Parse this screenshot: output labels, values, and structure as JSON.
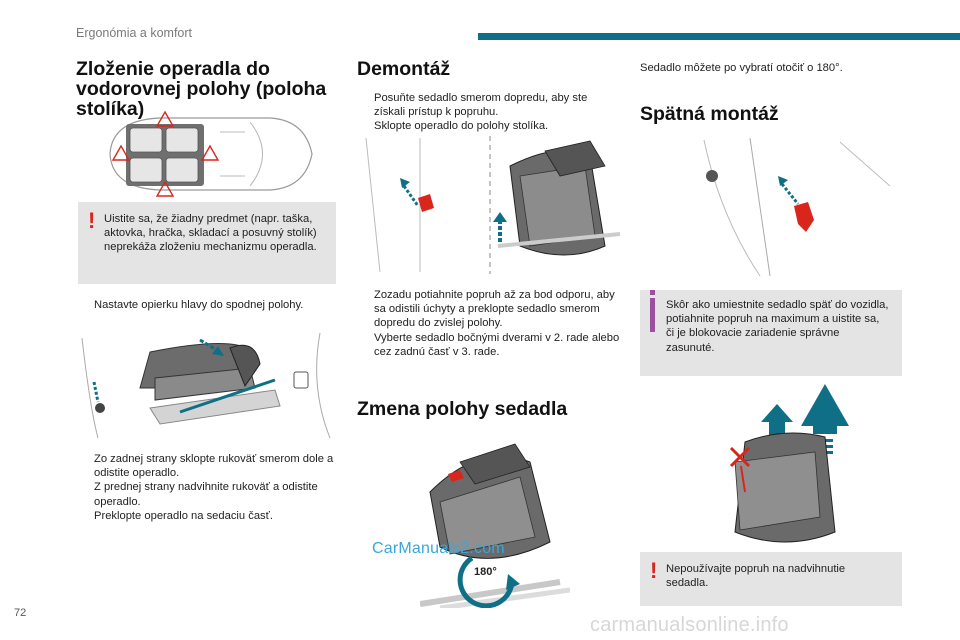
{
  "header": {
    "chapter": "Ergonómia a komfort"
  },
  "page_number": "72",
  "col1": {
    "title": "Zloženie operadla do vodorovnej polohy (poloha stolíka)",
    "warning": "Uistite sa, že žiadny predmet (napr. taška, aktovka, hračka, skladací a posuvný stolík) neprekáža zloženiu mechanizmu operadla.",
    "step1": "Nastavte opierku hlavy do spodnej polohy.",
    "steps2": [
      "Zo zadnej strany sklopte rukoväť smerom dole a odistite operadlo.",
      "Z prednej strany nadvihnite rukoväť a odistite operadlo.",
      "Preklopte operadlo na sedaciu časť."
    ]
  },
  "col2": {
    "title": "Demontáž",
    "steps1": [
      "Posuňte sedadlo smerom dopredu, aby ste získali prístup k popruhu.",
      "Sklopte operadlo do polohy stolíka."
    ],
    "steps2": [
      "Zozadu potiahnite popruh až za bod odporu, aby sa odistili úchyty a preklopte sedadlo smerom dopredu do zvislej polohy.",
      "Vyberte sedadlo bočnými dverami v 2. rade alebo cez zadnú časť v 3. rade."
    ],
    "title2": "Zmena polohy sedadla",
    "rotation_label": "180°"
  },
  "col3": {
    "intro": "Sedadlo môžete po vybratí otočiť o 180°.",
    "title": "Spätná montáž",
    "info": "Skôr ako umiestnite sedadlo späť do vozidla, potiahnite popruh na maximum a uistite sa, či je blokovacie zariadenie správne zasunuté.",
    "warning": "Nepoužívajte popruh na nadvihnutie sedadla."
  },
  "bullet_marker": "",
  "watermark": "CarManuals2.com",
  "footer_site": "carmanualsonline.info",
  "colors": {
    "teal": "#0f6f86",
    "warning_red": "#d9261c",
    "info_purple": "#9c4f9f",
    "box_gray": "#e4e4e4"
  }
}
